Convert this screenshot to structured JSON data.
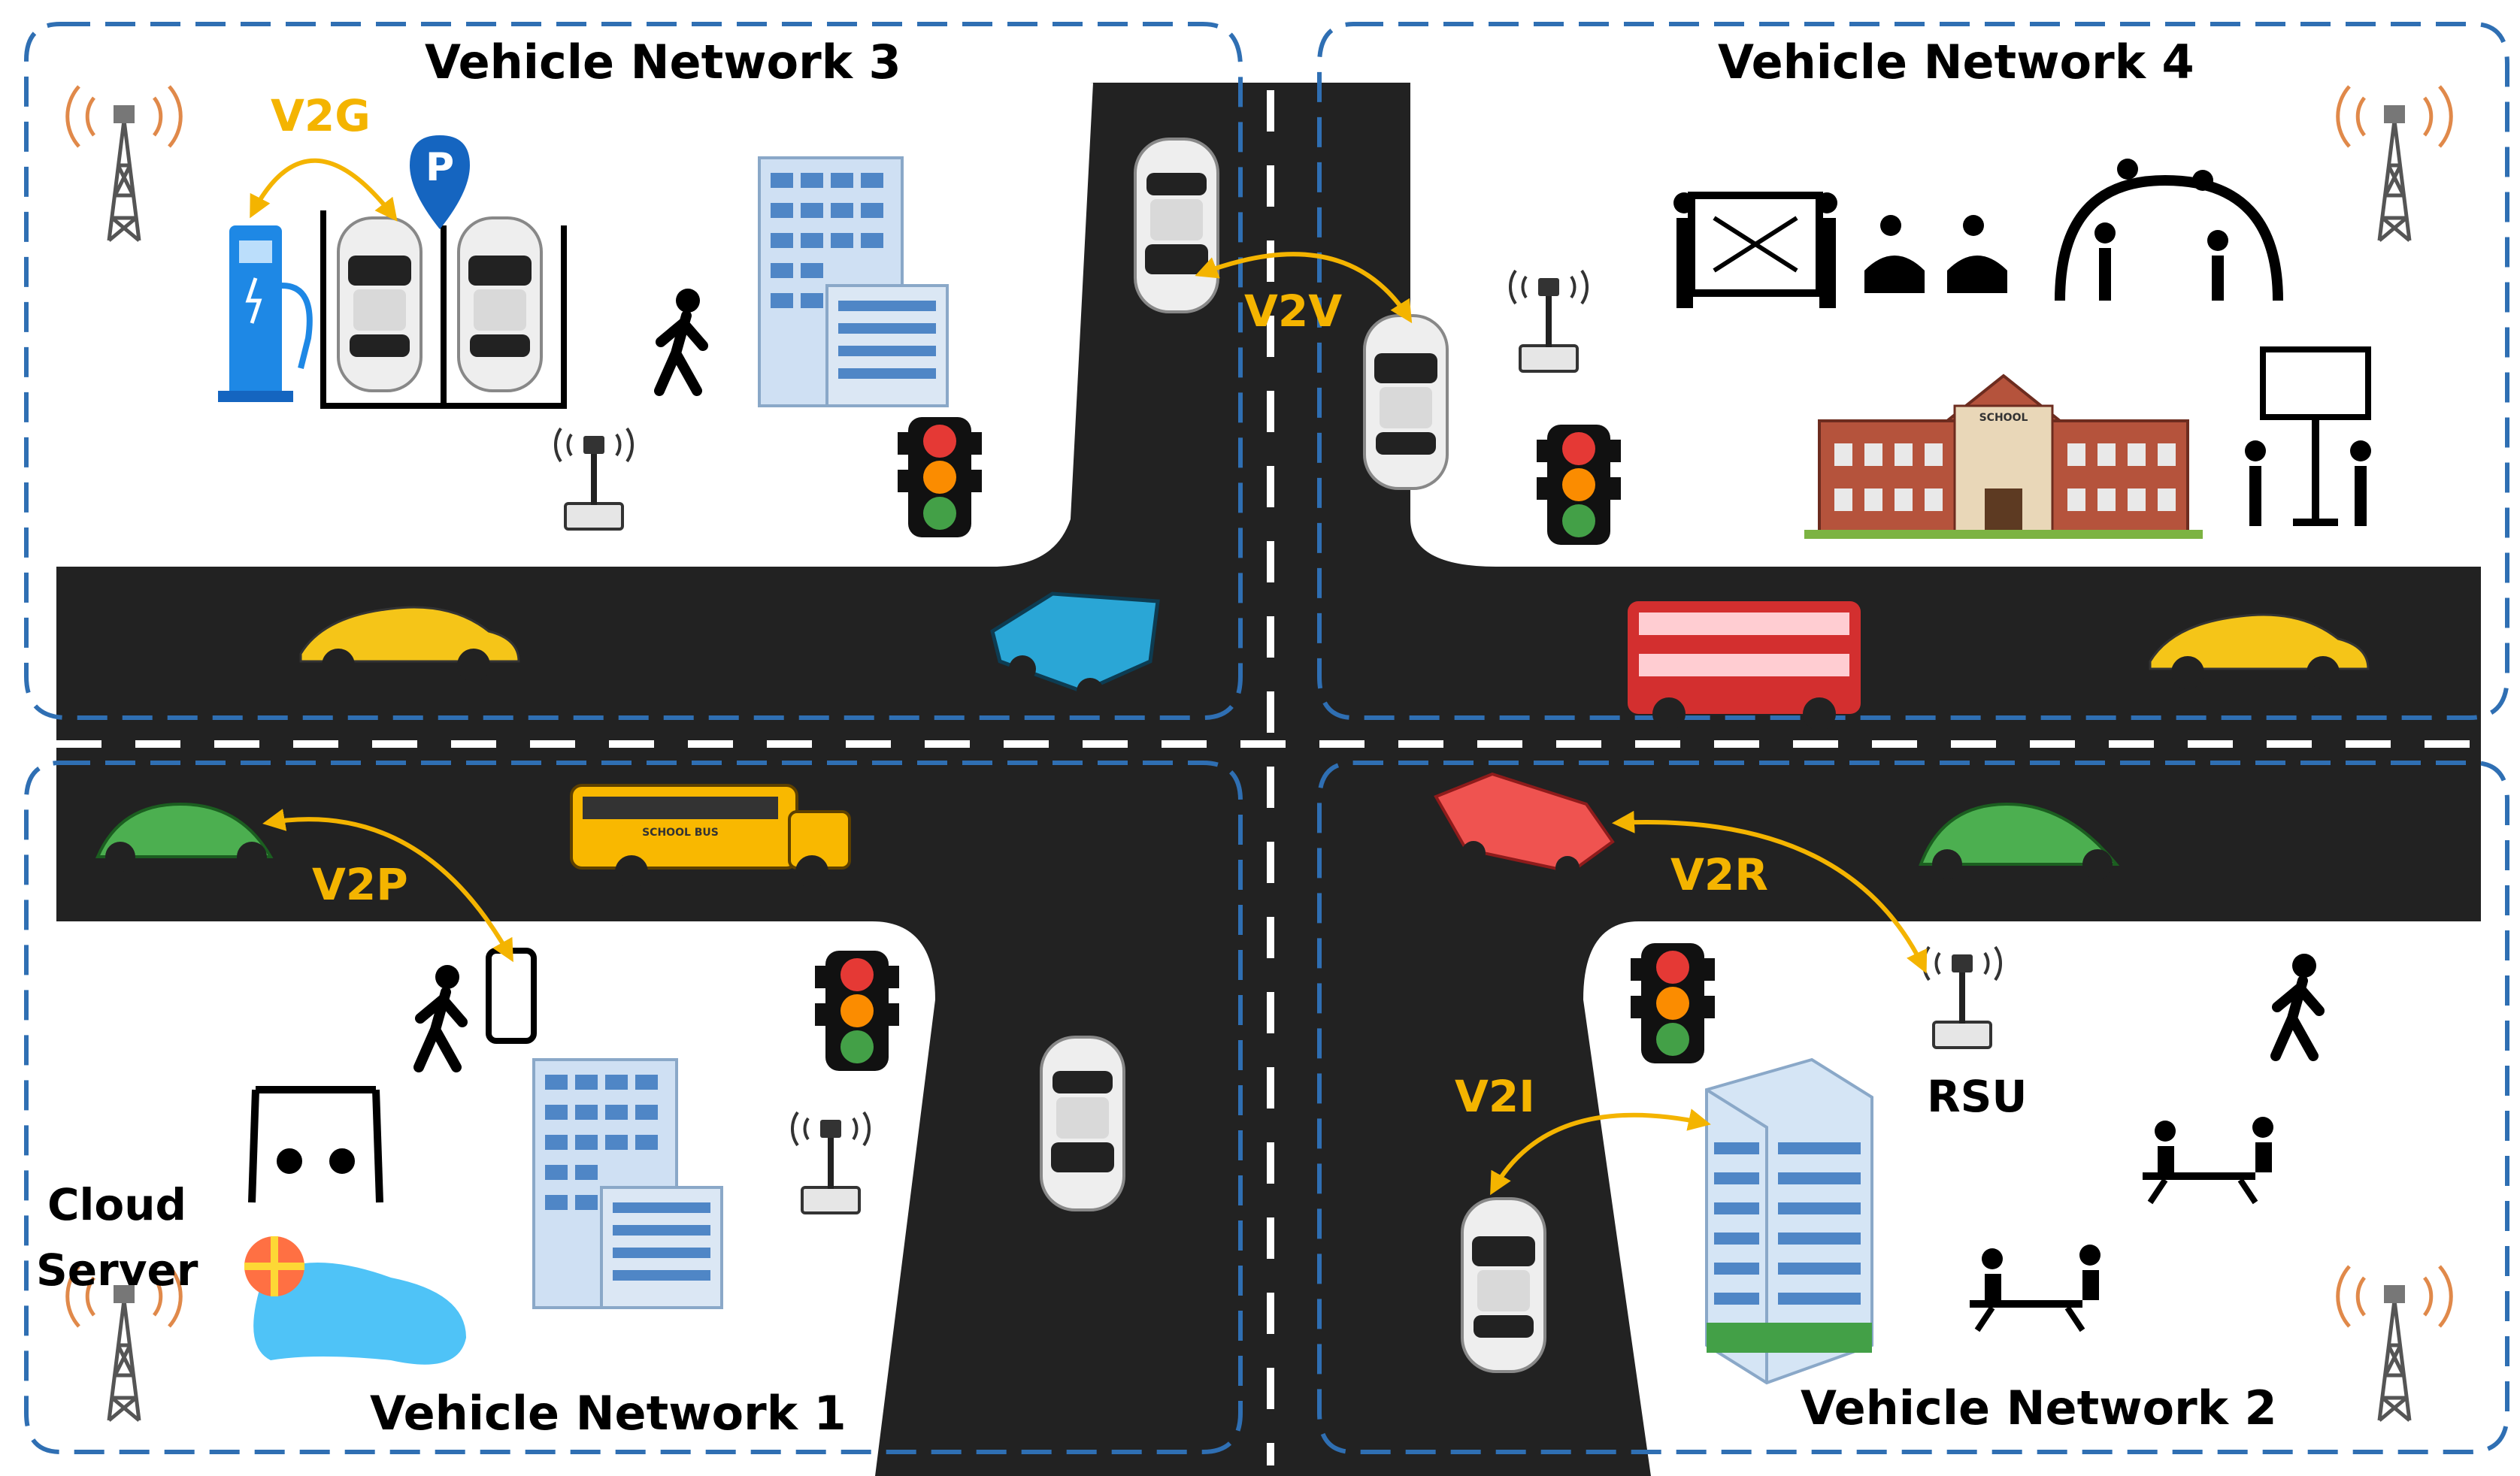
{
  "networks": {
    "n3": "Vehicle Network 3",
    "n4": "Vehicle Network 4",
    "n1": "Vehicle Network 1",
    "n2": "Vehicle Network 2"
  },
  "links": {
    "v2g": "V2G",
    "v2v": "V2V",
    "v2p": "V2P",
    "v2r": "V2R",
    "v2i": "V2I"
  },
  "labels": {
    "cloud_line1": "Cloud",
    "cloud_line2": "Server",
    "rsu": "RSU",
    "parking": "P",
    "school_sign": "SCHOOL",
    "bus_sign": "SCHOOL BUS"
  },
  "colors": {
    "road": "#222222",
    "boundary": "#2f6fb3",
    "link": "#f4b400",
    "tower": "#e0894a"
  }
}
